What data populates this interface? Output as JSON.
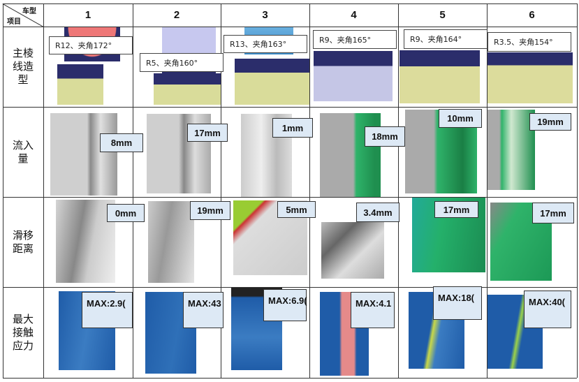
{
  "corner": {
    "top": "车型",
    "bottom": "项目"
  },
  "columns": [
    "1",
    "2",
    "3",
    "4",
    "5",
    "6"
  ],
  "rows": [
    {
      "label": "主棱线造型",
      "values": [
        "R12、夹角172°",
        "R5、夹角160°",
        "R13、夹角163°",
        "R9、夹角165°",
        "R9、夹角164°",
        "R3.5、夹角154°"
      ]
    },
    {
      "label": "流入量",
      "values": [
        "8mm",
        "17mm",
        "1mm",
        "18mm",
        "10mm",
        "19mm"
      ]
    },
    {
      "label": "滑移距离",
      "values": [
        "0mm",
        "19mm",
        "5mm",
        "3.4mm",
        "17mm",
        "17mm"
      ]
    },
    {
      "label": "最大接触应力",
      "values": [
        "MAX:2.9(",
        "MAX:43",
        "MAX:6.9(",
        "MAX:4.1",
        "MAX:18(",
        "MAX:40("
      ]
    }
  ]
}
